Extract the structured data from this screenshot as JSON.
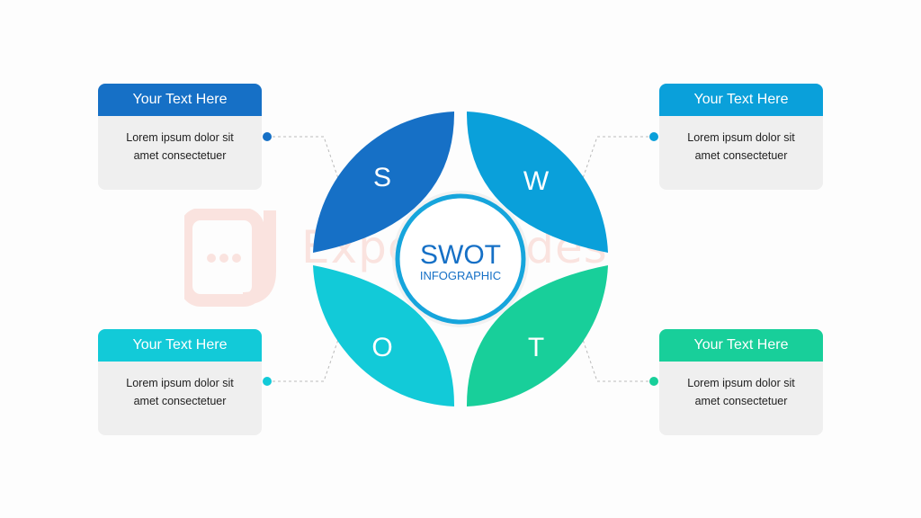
{
  "center": {
    "title": "SWOT",
    "subtitle": "INFOGRAPHIC"
  },
  "quadrants": [
    {
      "letter": "S",
      "color": "#1670c6"
    },
    {
      "letter": "W",
      "color": "#0aa0da"
    },
    {
      "letter": "O",
      "color": "#12cad8"
    },
    {
      "letter": "T",
      "color": "#18cf9a"
    }
  ],
  "cards": [
    {
      "header": "Your Text Here",
      "line1": "Lorem ipsum dolor sit",
      "line2": "amet consectetuer",
      "color": "#1670c6"
    },
    {
      "header": "Your Text Here",
      "line1": "Lorem ipsum dolor sit",
      "line2": "amet consectetuer",
      "color": "#0aa0da"
    },
    {
      "header": "Your Text Here",
      "line1": "Lorem ipsum dolor sit",
      "line2": "amet consectetuer",
      "color": "#12cad8"
    },
    {
      "header": "Your Text Here",
      "line1": "Lorem ipsum dolor sit",
      "line2": "amet consectetuer",
      "color": "#18cf9a"
    }
  ],
  "watermark": {
    "text": "Expert Slides"
  }
}
